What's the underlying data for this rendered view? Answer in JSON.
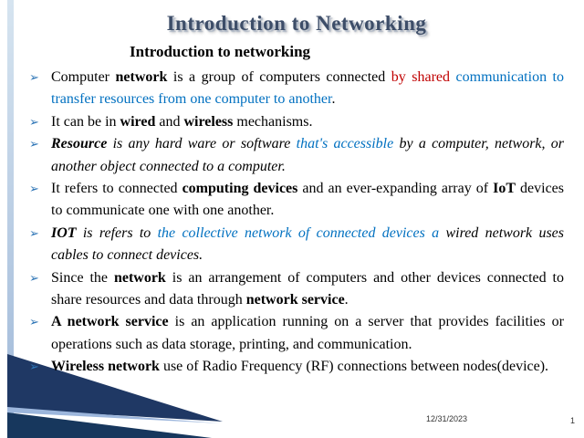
{
  "slide": {
    "title": "Introduction to Networking",
    "subtitle": "Introduction to networking",
    "bullet_glyph": "➢",
    "date": "12/31/2023",
    "page_number": "1"
  },
  "colors": {
    "title_color": "#3D4D68",
    "bullet_marker": "#2E75B6",
    "text_red": "#C00000",
    "text_blue": "#0070C0",
    "decoration_navy_dark": "#1F3864",
    "decoration_navy_deep": "#17375D",
    "decoration_light": "#9CB6DC",
    "left_stripe_top": "#D6E4F0",
    "left_stripe_bottom": "#9FB8D8"
  },
  "bullets": [
    {
      "segments": [
        {
          "t": "Computer ",
          "s": ""
        },
        {
          "t": "network",
          "s": "b"
        },
        {
          "t": " is a group of computers connected ",
          "s": ""
        },
        {
          "t": "by shared ",
          "s": "red"
        },
        {
          "t": "communication to transfer resources from one computer to another",
          "s": "blue"
        },
        {
          "t": ".",
          "s": ""
        }
      ]
    },
    {
      "segments": [
        {
          "t": "It can be in ",
          "s": ""
        },
        {
          "t": "wired",
          "s": "b"
        },
        {
          "t": " and ",
          "s": ""
        },
        {
          "t": "wireless",
          "s": "b"
        },
        {
          "t": " mechanisms.",
          "s": ""
        }
      ]
    },
    {
      "segments": [
        {
          "t": "Resource",
          "s": "b i"
        },
        {
          "t": "  is any hard ware or software ",
          "s": "i"
        },
        {
          "t": "that's accessible",
          "s": "i blue"
        },
        {
          "t": " by a computer, network, or another object connected to a computer.",
          "s": "i"
        }
      ]
    },
    {
      "segments": [
        {
          "t": "It refers to connected ",
          "s": ""
        },
        {
          "t": "computing devices",
          "s": "b"
        },
        {
          "t": " and an ever-expanding array of ",
          "s": ""
        },
        {
          "t": "IoT",
          "s": "b"
        },
        {
          "t": " devices to communicate one with one another.",
          "s": ""
        }
      ]
    },
    {
      "segments": [
        {
          "t": "IOT",
          "s": "b i"
        },
        {
          "t": " is refers to ",
          "s": "i"
        },
        {
          "t": "the collective network of connected devices a",
          "s": "i blue"
        },
        {
          "t": " wired network uses cables to connect devices.",
          "s": "i"
        }
      ]
    },
    {
      "segments": [
        {
          "t": "Since the ",
          "s": ""
        },
        {
          "t": "network",
          "s": "b"
        },
        {
          "t": " is an arrangement of computers and other devices connected to share resources and data through ",
          "s": ""
        },
        {
          "t": "network service",
          "s": "b"
        },
        {
          "t": ".",
          "s": ""
        }
      ]
    },
    {
      "segments": [
        {
          "t": "A network service",
          "s": "b"
        },
        {
          "t": " is an application running on a server that provides facilities or operations such as data storage, printing, and communication.",
          "s": ""
        }
      ]
    },
    {
      "segments": [
        {
          "t": "Wireless network",
          "s": "b"
        },
        {
          "t": " use of Radio Frequency (RF) connections between nodes(device).",
          "s": ""
        }
      ]
    }
  ]
}
